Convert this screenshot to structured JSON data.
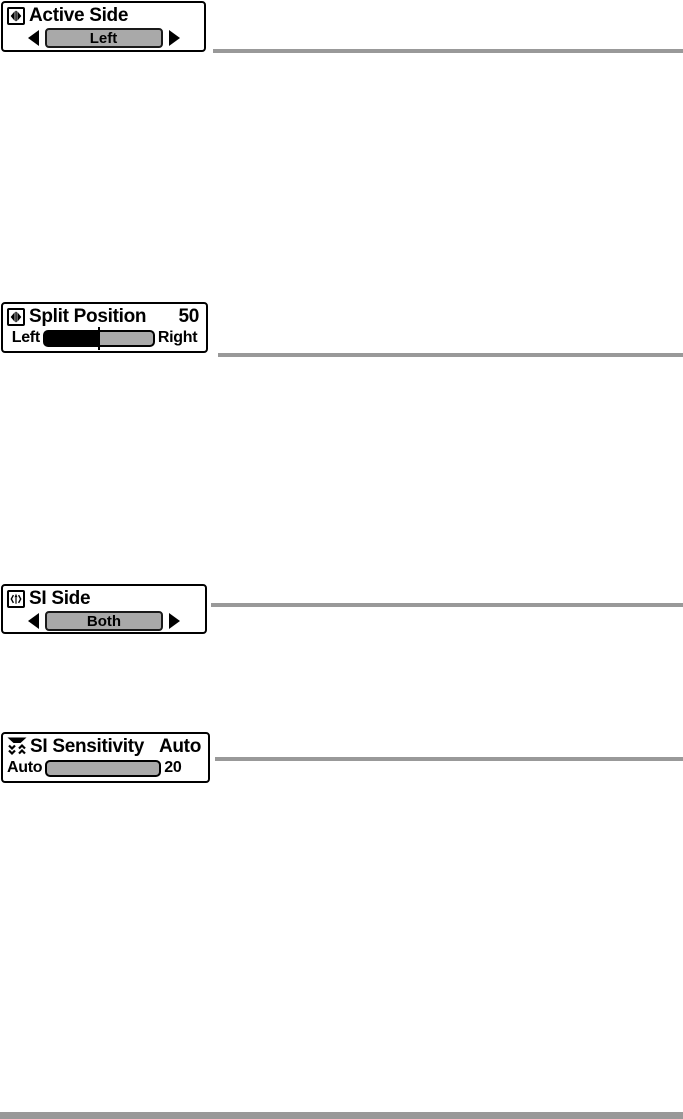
{
  "page": {
    "background": "#ffffff",
    "divider_color": "#999999",
    "footer_bar_color": "#999999",
    "control_gray": "#a9a9a9"
  },
  "menus": [
    {
      "title": "Active Side",
      "icon": "split-arrows-icon",
      "control": {
        "type": "selector",
        "value": "Left"
      }
    },
    {
      "title": "Split Position",
      "value": "50",
      "icon": "split-arrows-icon",
      "control": {
        "type": "slider",
        "left_label": "Left",
        "right_label": "Right",
        "fill_width": "50%"
      }
    },
    {
      "title": "SI Side",
      "icon": "si-side-icon",
      "control": {
        "type": "selector",
        "value": "Both"
      }
    },
    {
      "title": "SI Sensitivity",
      "value": "Auto",
      "icon": "si-sensitivity-icon",
      "control": {
        "type": "slider",
        "left_label": "Auto",
        "right_label": "20",
        "fill_width": "0%"
      }
    }
  ]
}
